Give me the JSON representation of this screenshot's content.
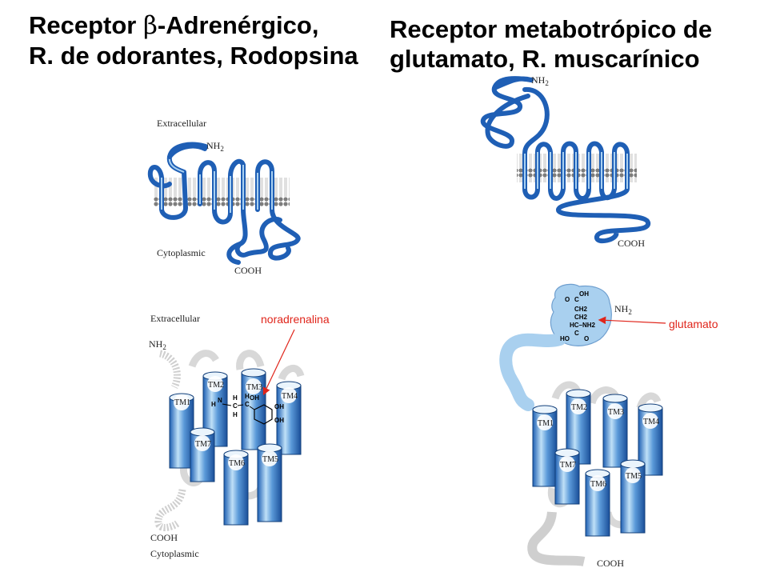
{
  "titles": {
    "left_line1_a": "Receptor ",
    "left_line1_beta": "β",
    "left_line1_b": "-Adrenérgico,",
    "left_line2": "R. de odorantes, Rodopsina",
    "right_line1": "Receptor metabotrópico de",
    "right_line2": "glutamato, R. muscarínico"
  },
  "top_left": {
    "extracellular": "Extracellular",
    "nh2": "NH",
    "nh2_sub": "2",
    "cytoplasmic": "Cytoplasmic",
    "cooh": "COOH"
  },
  "top_right": {
    "nh2": "NH",
    "nh2_sub": "2",
    "cooh": "COOH"
  },
  "bottom_left": {
    "extracellular": "Extracellular",
    "nh2": "NH",
    "nh2_sub": "2",
    "ligand_label": "noradrenalina",
    "helices": [
      "TM1",
      "TM2",
      "TM3",
      "TM4",
      "TM5",
      "TM6",
      "TM7"
    ],
    "cooh": "COOH",
    "cytoplasmic": "Cytoplasmic",
    "chem": {
      "h1": "H",
      "h2": "H",
      "h3": "H",
      "h4": "H",
      "n": "N",
      "c1": "C",
      "c2": "C",
      "oh1": "OH",
      "oh2": "OH",
      "oh3": "OH"
    }
  },
  "bottom_right": {
    "nh2": "NH",
    "nh2_sub": "2",
    "ligand_label": "glutamato",
    "helices": [
      "TM1",
      "TM2",
      "TM3",
      "TM4",
      "TM5",
      "TM6",
      "TM7"
    ],
    "cooh": "COOH",
    "chem": {
      "oh": "OH",
      "c_top": "C",
      "o_top": "O",
      "ch2_a": "CH2",
      "ch2_b": "CH2",
      "hc_nh2": "HC–NH2",
      "c_bot": "C",
      "ho": "HO",
      "o_bot": "O"
    }
  },
  "colors": {
    "helix_blue": "#2f74c9",
    "helix_light": "#b9d8f2",
    "membrane_gray": "#8a8a8a",
    "loop_blue": "#1f5fb5",
    "domain_light_blue": "#a9d0ef",
    "arrow_red": "#e0251b"
  }
}
